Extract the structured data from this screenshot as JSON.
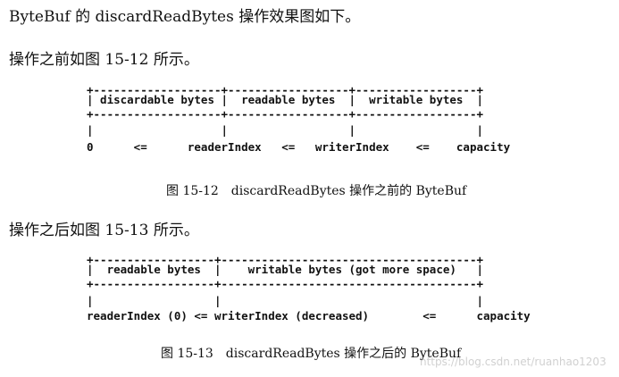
{
  "intro_line": "ByteBuf 的 discardReadBytes 操作效果图如下。",
  "before_intro": "操作之前如图 15-12 所示。",
  "figure_before": {
    "lines": [
      "+-------------------+------------------+------------------+",
      "| discardable bytes |  readable bytes  |  writable bytes  |",
      "+-------------------+------------------+------------------+",
      "|                   |                  |                  |",
      "0      <=      readerIndex   <=   writerIndex    <=    capacity"
    ],
    "caption": "图 15-12　discardReadBytes 操作之前的 ByteBuf"
  },
  "after_intro": "操作之后如图 15-13 所示。",
  "figure_after": {
    "lines": [
      "+------------------+--------------------------------------+",
      "|  readable bytes  |    writable bytes (got more space)   |",
      "+------------------+--------------------------------------+",
      "|                  |                                      |",
      "readerIndex (0) <= writerIndex (decreased)        <=      capacity"
    ],
    "caption": "图 15-13　discardReadBytes 操作之后的 ByteBuf"
  },
  "watermark": "https://blog.csdn.net/ruanhao1203"
}
